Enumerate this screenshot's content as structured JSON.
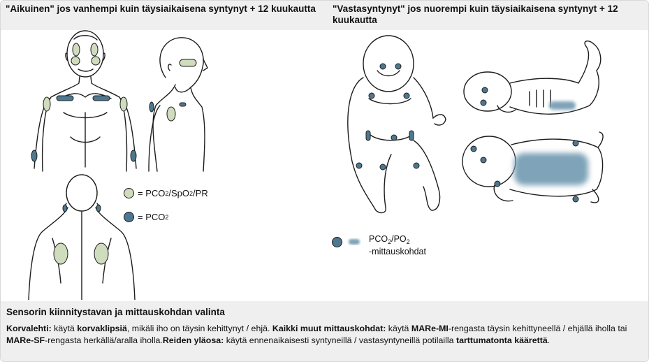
{
  "left_panel": {
    "title": "\"Aikuinen\" jos vanhempi kuin täysiaikaisena syntynyt + 12 kuukautta"
  },
  "right_panel": {
    "title": "\"Vastasyntynyt\" jos nuorempi kuin täysiaikaisena syntynyt + 12 kuukautta"
  },
  "legend": {
    "green_prefix": "= PCO",
    "green_sub": "2",
    "green_mid": "/SpO",
    "green_sub2": "2",
    "green_suffix": "/PR",
    "blue_prefix": "= PCO",
    "blue_sub": "2"
  },
  "neonate_legend": {
    "line1_prefix": "PCO",
    "line1_sub": "2",
    "line1_mid": "/PO",
    "line1_sub2": "2",
    "line2": "-mittauskohdat"
  },
  "bottom": {
    "title": "Sensorin kiinnitystavan ja mittauskohdan valinta",
    "p1_label": "Korvalehti:",
    "p1_text1": " käytä ",
    "p1_bold": "korvaklipsiä",
    "p1_text2": ", mikäli iho on täysin kehittynyt / ehjä. ",
    "p2_label": "Kaikki muut mittauskohdat:",
    "p2_text1": " käytä ",
    "p2_bold1": "MARe-MI",
    "p2_text2": "-rengasta täysin kehittyneellä / ehjällä iholla tai ",
    "p2_bold2": "MARe-SF",
    "p2_text3": "-rengasta herkällä/aralla iholla.",
    "p3_label": "Reiden yläosa:",
    "p3_text1": " käytä ennenaikaisesti syntyneillä / vastasyntyneillä potilailla ",
    "p3_bold": "tarttumatonta käärettä",
    "p3_text2": "."
  },
  "colors": {
    "green_site": "#cfdcbd",
    "blue_site": "#4d7890",
    "neonate_area": "#7fa3b8",
    "header_bg": "#efefef"
  }
}
